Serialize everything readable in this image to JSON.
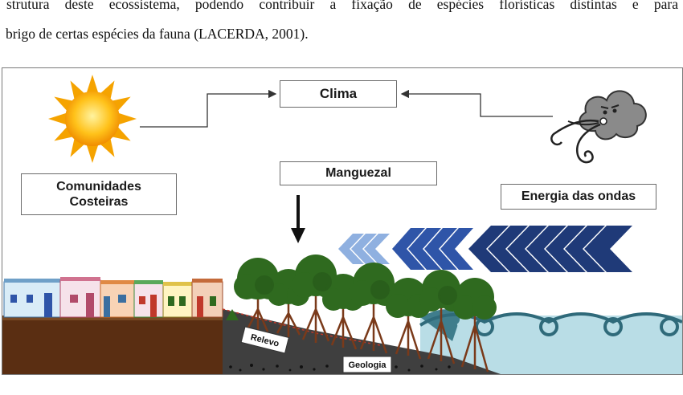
{
  "paragraph": {
    "line1": "strutura deste ecossistema, podendo contribuir a fixação de espécies florísticas distintas e para",
    "line2": "brigo de certas espécies da fauna (LACERDA, 2001)."
  },
  "diagram": {
    "clima": "Clima",
    "manguezal": "Manguezal",
    "comunidades_line1": "Comunidades",
    "comunidades_line2": "Costeiras",
    "energia": "Energia das ondas",
    "relevo": "Relevo",
    "geologia": "Geologia"
  },
  "icons": [
    "sun-icon",
    "wind-cloud-icon",
    "down-arrow-icon",
    "wave-chevron-arrows",
    "coastal-houses",
    "mangrove-trees",
    "ocean-waves"
  ],
  "colors": {
    "sun": "#f7b500",
    "soil": "#5a2e12",
    "rock": "#3f3f3f",
    "tree": "#2f6a1f",
    "sea": "#b9dde6",
    "chevron_dark": "#1f3a78",
    "chevron_mid": "#2f55a8",
    "chevron_light": "#8fb0e0"
  }
}
